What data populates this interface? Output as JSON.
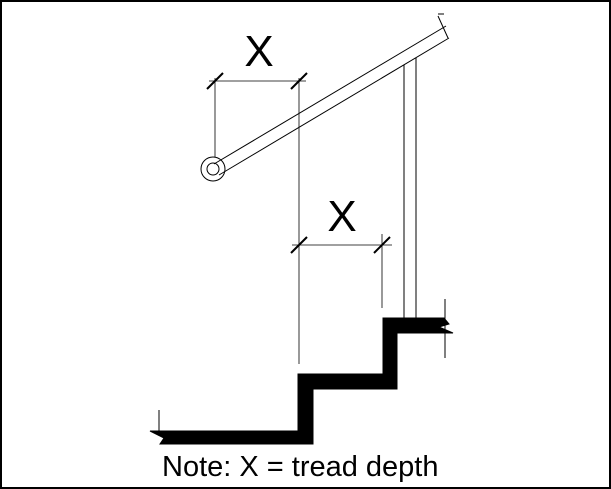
{
  "labels": {
    "upper_dimension": "X",
    "lower_dimension": "X"
  },
  "caption": "Note: X = tread depth",
  "colors": {
    "line": "#000000",
    "stair_fill": "#000000",
    "background": "#ffffff"
  }
}
